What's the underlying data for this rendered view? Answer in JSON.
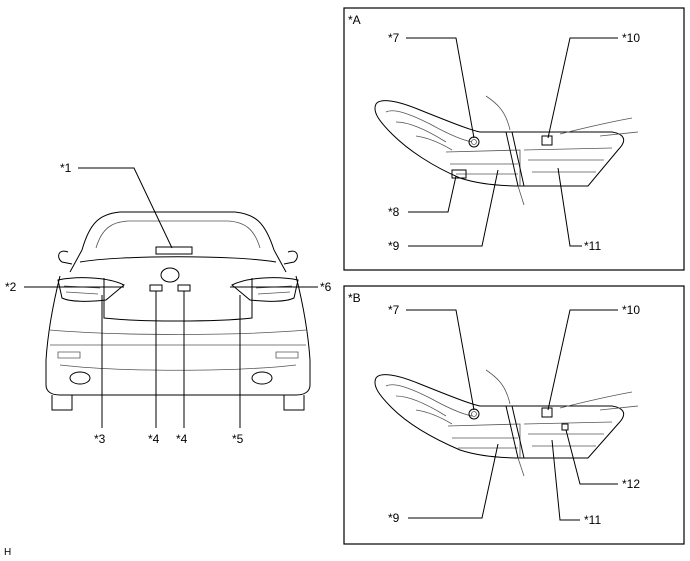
{
  "figure_code": "H",
  "main_view": {
    "callouts": {
      "c1": "*1",
      "c2": "*2",
      "c3": "*3",
      "c4a": "*4",
      "c4b": "*4",
      "c5": "*5",
      "c6": "*6"
    }
  },
  "panel_a": {
    "label": "*A",
    "callouts": {
      "c7": "*7",
      "c8": "*8",
      "c9": "*9",
      "c10": "*10",
      "c11": "*11"
    }
  },
  "panel_b": {
    "label": "*B",
    "callouts": {
      "c7": "*7",
      "c9": "*9",
      "c10": "*10",
      "c11": "*11",
      "c12": "*12"
    }
  }
}
